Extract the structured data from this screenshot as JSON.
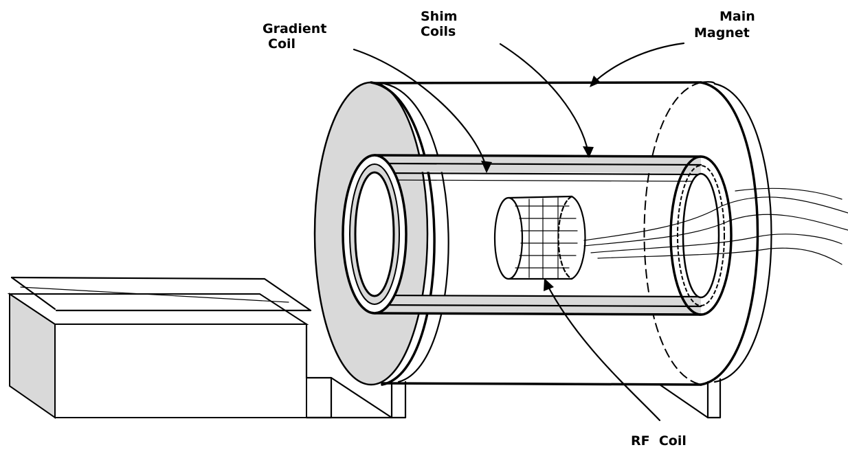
{
  "labels": {
    "gradient_coil": [
      "Gradient",
      "Coil"
    ],
    "shim_coils": [
      "Shim",
      "Coils"
    ],
    "main_magnet": [
      "Main",
      "Magnet"
    ],
    "rf_coil": "RF  Coil"
  },
  "colors": {
    "line": "#000000",
    "gray_fill": "#d9d9d9",
    "background": "#ffffff"
  }
}
